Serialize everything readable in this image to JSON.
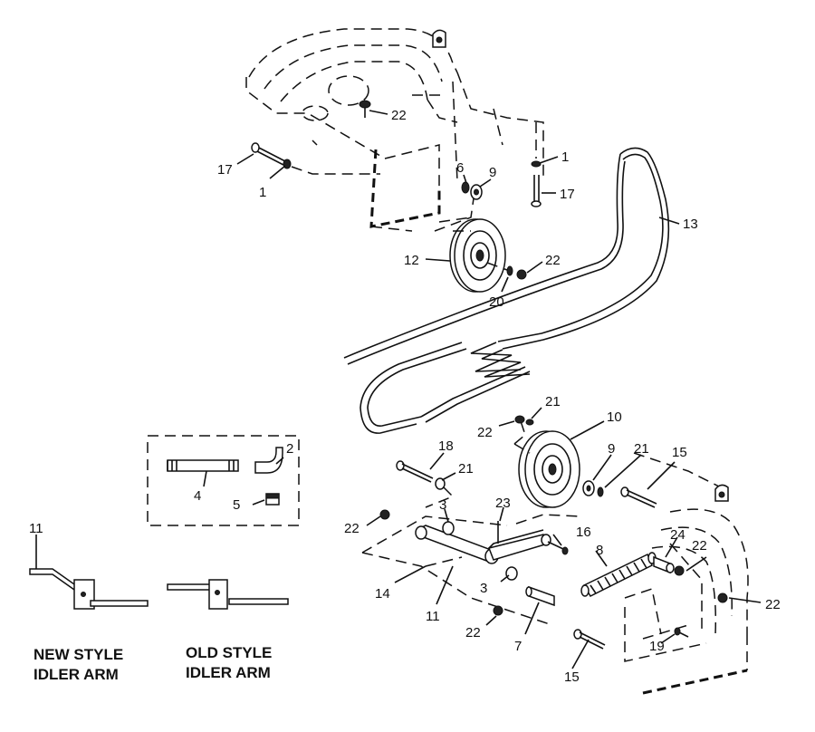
{
  "callouts": {
    "c1a": "1",
    "c1b": "1",
    "c2": "2",
    "c3a": "3",
    "c3b": "3",
    "c4": "4",
    "c5": "5",
    "c6": "6",
    "c7": "7",
    "c8": "8",
    "c9a": "9",
    "c9b": "9",
    "c10": "10",
    "c11a": "11",
    "c11b": "11",
    "c12": "12",
    "c13": "13",
    "c14": "14",
    "c15a": "15",
    "c15b": "15",
    "c16": "16",
    "c17a": "17",
    "c17b": "17",
    "c18": "18",
    "c19": "19",
    "c20": "20",
    "c21a": "21",
    "c21b": "21",
    "c21c": "21",
    "c22a": "22",
    "c22b": "22",
    "c22c": "22",
    "c22d": "22",
    "c22e": "22",
    "c22f": "22",
    "c22g": "22",
    "c23": "23",
    "c24": "24"
  },
  "captions": {
    "new_line1": "NEW STYLE",
    "new_line2": "IDLER ARM",
    "old_line1": "OLD STYLE",
    "old_line2": "IDLER ARM"
  }
}
